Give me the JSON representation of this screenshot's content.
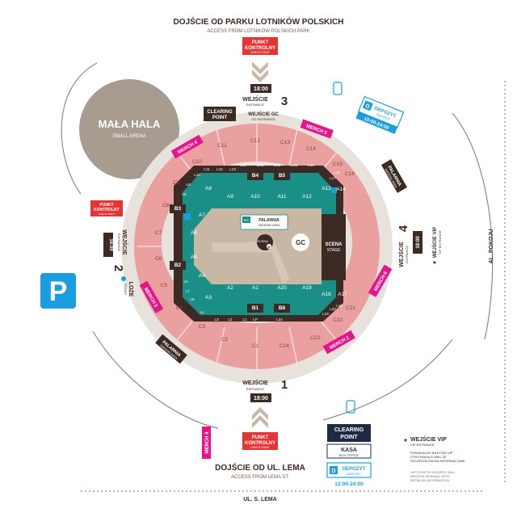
{
  "top_access": {
    "title": "DOJŚCIE OD PARKU LOTNIKÓW POLSKICH",
    "subtitle": "ACCESS FROM LOTNIKÓW POLSKICH PARK"
  },
  "bottom_access": {
    "title": "DOJŚCIE OD UL. LEMA",
    "subtitle": "ACCESS FROM LEMA ST."
  },
  "street_bottom": "UL. S. LEMA",
  "street_right": "AL. POKOJU",
  "small_arena": {
    "title": "MAŁA HALA",
    "subtitle": "SMALL ARENA"
  },
  "checkpoint": {
    "title_line1": "PUNKT",
    "title_line2": "KONTROLNY",
    "subtitle": "CHECK POINT"
  },
  "entrances": {
    "e3": {
      "label": "WEJŚCIE",
      "number": "3",
      "sub": "ENTRANCE",
      "time": "18:00"
    },
    "e1": {
      "label": "WEJŚCIE",
      "number": "1",
      "sub": "ENTRANCE",
      "time": "18:00"
    },
    "e2": {
      "label": "WEJŚCIE",
      "number": "2",
      "sub": "ENTRANCE",
      "time": "18:00"
    },
    "e4": {
      "label": "WEJŚCIE",
      "number": "4",
      "sub": "ENTRANCE",
      "time": "18:00"
    },
    "gc": {
      "label": "WEJŚCIE GC",
      "sub": "GC ENTRANCE"
    },
    "vip": {
      "label": "WEJŚCIE VIP",
      "sub": "VIP ENTRANCE"
    },
    "vip_bottom": {
      "label": "WEJŚCIE VIP",
      "sub": "VIP ENTRANCE"
    }
  },
  "clearing_point": {
    "line1": "CLEARING",
    "line2": "POINT"
  },
  "depozyt": {
    "title": "DEPOZYT",
    "sub": "DEPOSIT",
    "hours": "15:00-24:00",
    "hours_bottom": "12:00-24:00",
    "icon_letter": "D"
  },
  "kasa": {
    "title": "KASA",
    "sub": "BOX OFFICE"
  },
  "merch": [
    "MERCH 4",
    "MERCH 5",
    "MERCH 3",
    "MERCH 6",
    "MERCH 2",
    "MERCH 4"
  ],
  "smoking": {
    "title": "PALARNIA",
    "sub": "SMOKING AREA"
  },
  "loze": {
    "title": "LOŻE",
    "sub": "BOXES"
  },
  "stage": {
    "title": "SCENA",
    "sub": "STAGE",
    "b_title": "SCENA",
    "b_letter": "B",
    "gc": "GC"
  },
  "parking_letter": "P",
  "vip_note": "POSIADACZE BILETÓW VIP OTRZYMAJĄ E-MAIL ZE SZCZEGÓŁOWYMI INFORMACJAMI",
  "vip_note_en": "VIP TICKETS HOLDERS WILL RECEIVE AN EMAIL WITH DETAILED INFORMATION",
  "colors": {
    "outer": "#e8e2dc",
    "ring": "#eba0a0",
    "teal": "#1a8f86",
    "dark": "#3c2b24",
    "tan": "#c9b7a6",
    "red": "#e53434",
    "magenta": "#e5158a",
    "blue": "#1a9ee0"
  },
  "sectors": {
    "outer_ring": [
      "C11",
      "C12",
      "C13",
      "C14",
      "C15",
      "C16",
      "C10",
      "C9",
      "C8",
      "C7",
      "C6",
      "C5",
      "C4",
      "C3",
      "C2",
      "C1",
      "C24",
      "C23",
      "C22",
      "C21"
    ],
    "inner_ring": [
      "A8",
      "A9",
      "A10",
      "A11",
      "A12",
      "A13",
      "A14",
      "A7",
      "A6",
      "A5",
      "A4",
      "A3",
      "A2",
      "A1",
      "A20",
      "A19",
      "A18",
      "A17"
    ],
    "boxes": [
      "B4",
      "B5",
      "B3",
      "B2",
      "B1",
      "B8"
    ],
    "loge_top": [
      "L14",
      "LM1",
      "LM2",
      "LM3",
      "L15"
    ],
    "loge_left": [
      "L11",
      "L12",
      "L13",
      "L10",
      "L9",
      "L8",
      "L7",
      "L6",
      "L5"
    ],
    "loge_bottom": [
      "L4",
      "L3",
      "L2",
      "L1",
      "LP",
      "L24",
      "L23",
      "L22"
    ],
    "loge_right": [
      "L16",
      "L17",
      "L18"
    ]
  }
}
